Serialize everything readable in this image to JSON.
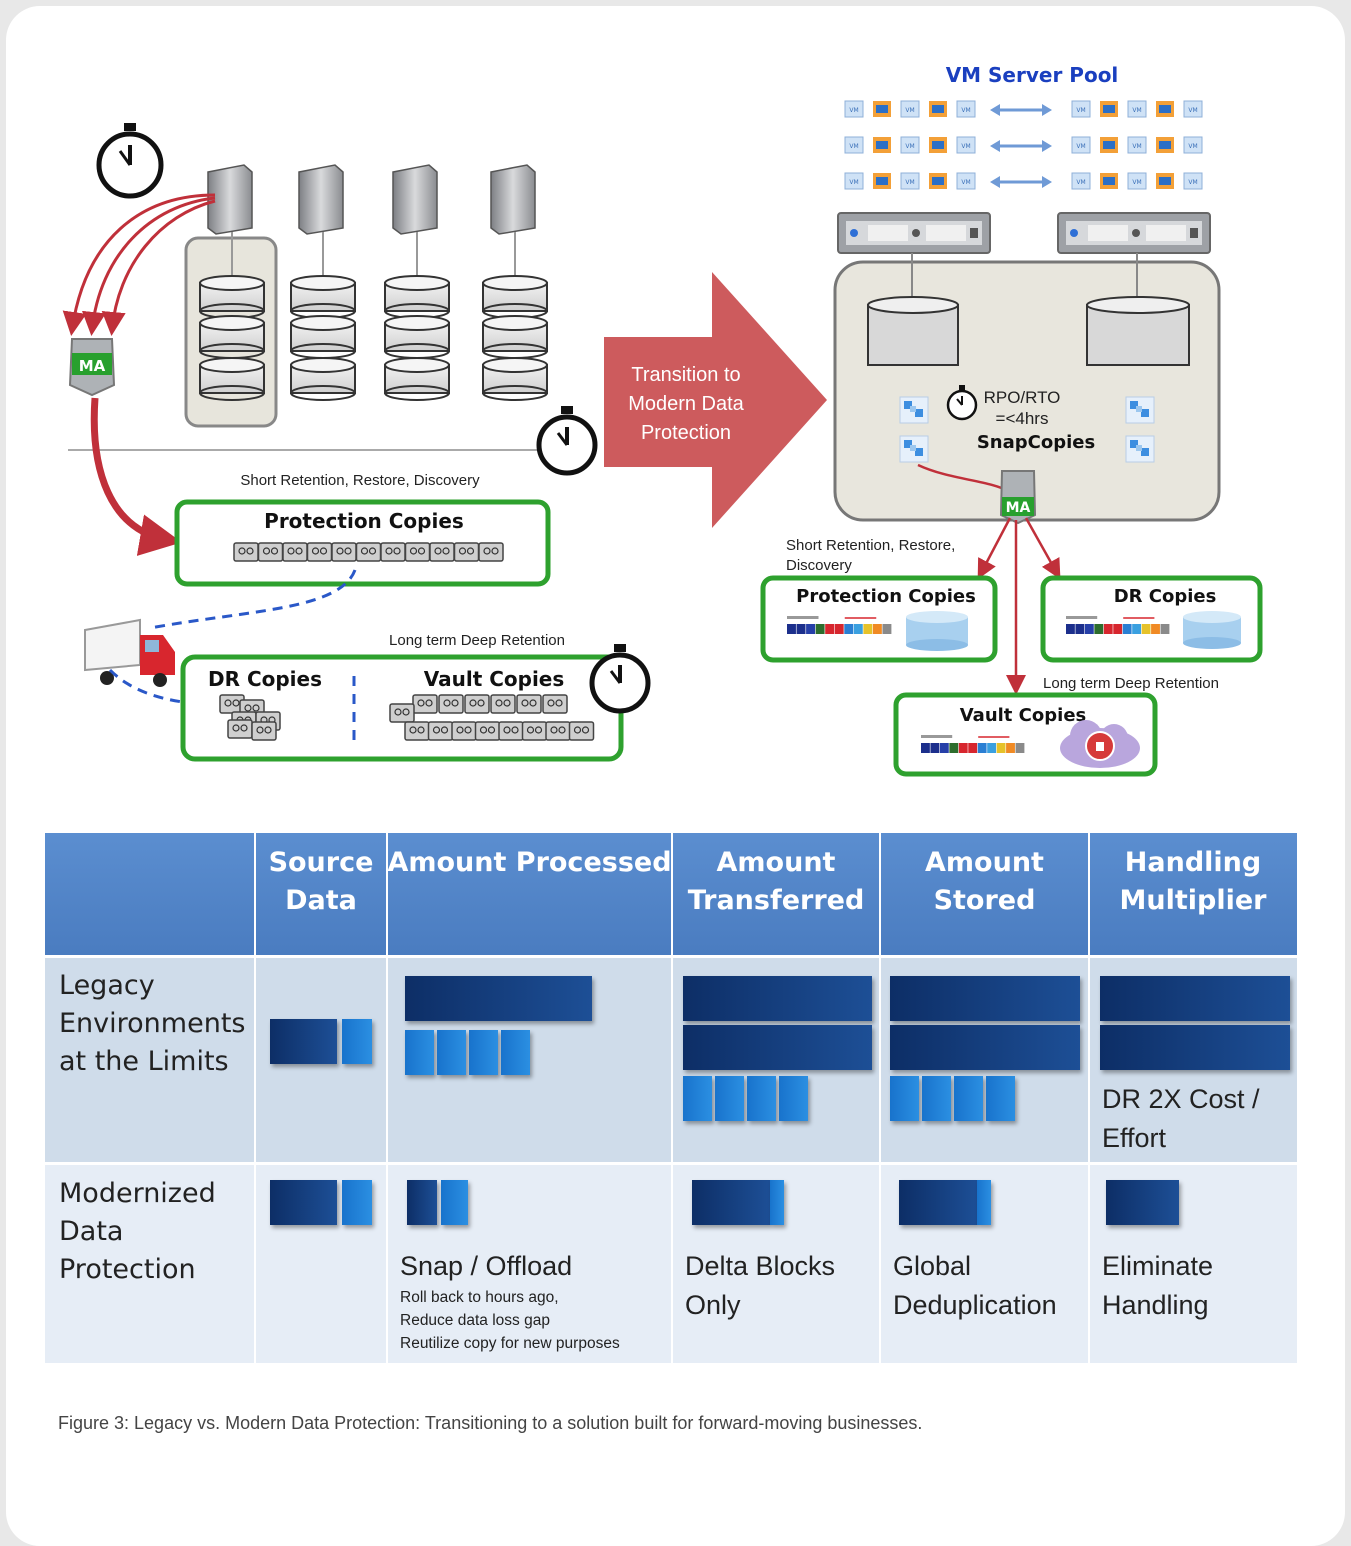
{
  "diagram": {
    "legacy": {
      "ma_label": "MA",
      "short_retention_label": "Short Retention, Restore, Discovery",
      "protection_copies": "Protection Copies",
      "long_term_label": "Long term Deep Retention",
      "dr_copies": "DR Copies",
      "vault_copies": "Vault Copies"
    },
    "transition_arrow": [
      "Transition to",
      "Modern Data",
      "Protection"
    ],
    "modern": {
      "pool_title": "VM Server Pool",
      "vm_icon_text": "VM",
      "rpo_line1": "RPO/RTO",
      "rpo_line2": "=<4hrs",
      "snapcopies": "SnapCopies",
      "ma_label": "MA",
      "short_retention_line1": "Short Retention, Restore,",
      "short_retention_line2": "Discovery",
      "protection_copies": "Protection Copies",
      "dr_copies": "DR Copies",
      "long_term_label": "Long term Deep Retention",
      "vault_copies": "Vault Copies"
    },
    "colors": {
      "green": "#2ea12e",
      "red_arrow": "#c0303a",
      "transition": "#cd5b5d",
      "dash_blue": "#2a58c8",
      "pool_title": "#1a3fbf"
    }
  },
  "table": {
    "headers": [
      "",
      "Source\nData",
      "Amount Processed",
      "Amount\nTransferred",
      "Amount\nStored",
      "Handling\nMultiplier"
    ],
    "rows": [
      {
        "label": "Legacy\nEnvironments\nat the Limits",
        "handling_text": "DR 2X Cost /\nEffort"
      },
      {
        "label": "Modernized\nData\nProtection",
        "processed_text": "Snap / Offload",
        "processed_notes": [
          "Roll back to hours ago,",
          "Reduce data loss gap",
          "Reutilize copy for new purposes"
        ],
        "transferred_text": "Delta Blocks\nOnly",
        "stored_text": "Global\nDeduplication",
        "handling_text": "Eliminate\nHandling"
      }
    ],
    "colors": {
      "header": "#4f83c6",
      "row_legacy": "#cfdcea",
      "row_modern": "#e6edf6",
      "bar_dark": "#123a78",
      "bar_light": "#1f7fd6"
    }
  },
  "caption": "Figure 3: Legacy vs. Modern Data Protection: Transitioning to a solution built for forward-moving businesses."
}
